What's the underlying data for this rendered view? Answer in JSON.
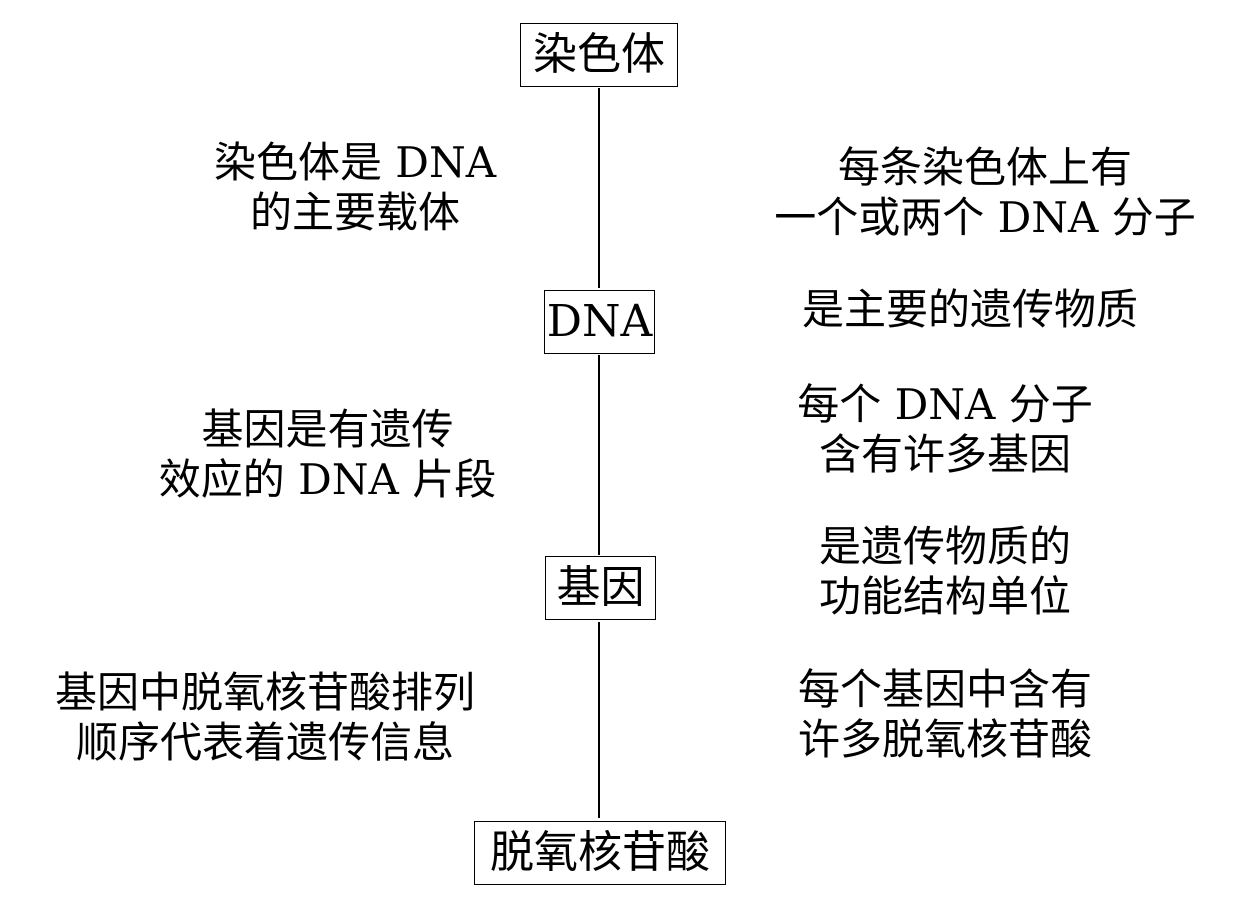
{
  "nodes": {
    "chromosome": "染色体",
    "dna": "DNA",
    "gene": "基因",
    "nucleotide": "脱氧核苷酸"
  },
  "left_notes": {
    "chromosome_dna": [
      "染色体是 DNA",
      "的主要载体"
    ],
    "gene_dna": [
      "基因是有遗传",
      "效应的 DNA 片段"
    ],
    "gene_nucleotide": [
      "基因中脱氧核苷酸排列",
      "顺序代表着遗传信息"
    ]
  },
  "right_notes": {
    "chromosome_dna": [
      "每条染色体上有",
      "一个或两个 DNA 分子"
    ],
    "dna_role": [
      "是主要的遗传物质"
    ],
    "dna_gene": [
      "每个 DNA 分子",
      "含有许多基因"
    ],
    "gene_role": [
      "是遗传物质的",
      "功能结构单位"
    ],
    "gene_nucleotide": [
      "每个基因中含有",
      "许多脱氧核苷酸"
    ]
  }
}
